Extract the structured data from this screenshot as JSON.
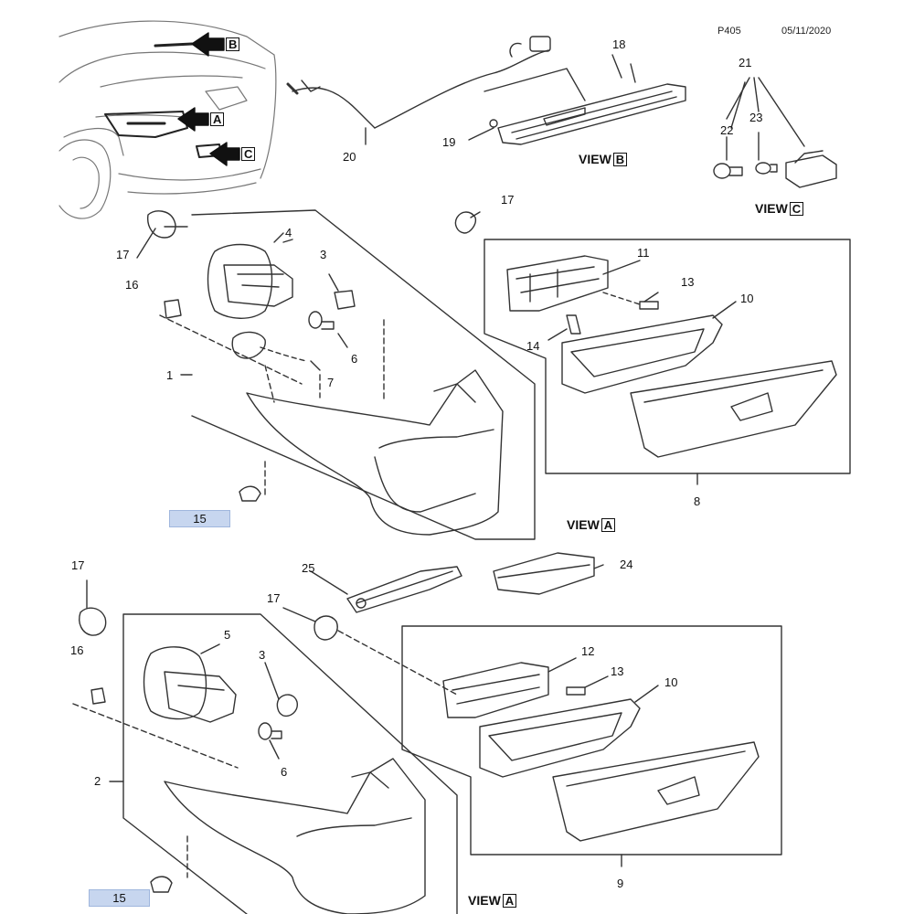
{
  "header": {
    "code": "P405",
    "date": "05/11/2020"
  },
  "views": {
    "view_b": "VIEW",
    "view_b_letter": "B",
    "view_c": "VIEW",
    "view_c_letter": "C",
    "view_a_top": "VIEW",
    "view_a_top_letter": "A",
    "view_a_bottom": "VIEW",
    "view_a_bottom_letter": "A"
  },
  "arrows": {
    "b": "B",
    "a": "A",
    "c": "C"
  },
  "callouts": {
    "n1": "1",
    "n2": "2",
    "n3a": "3",
    "n3b": "3",
    "n4": "4",
    "n5": "5",
    "n6a": "6",
    "n6b": "6",
    "n7": "7",
    "n8": "8",
    "n9": "9",
    "n10a": "10",
    "n10b": "10",
    "n11": "11",
    "n12": "12",
    "n13a": "13",
    "n13b": "13",
    "n14": "14",
    "n15a": "15",
    "n15b": "15",
    "n16a": "16",
    "n16b": "16",
    "n17a": "17",
    "n17b": "17",
    "n17c": "17",
    "n17d": "17",
    "n18": "18",
    "n19": "19",
    "n20": "20",
    "n21": "21",
    "n22": "22",
    "n23": "23",
    "n24": "24",
    "n25": "25"
  },
  "colors": {
    "line": "#333333",
    "highlight": "#c7d6ef"
  }
}
